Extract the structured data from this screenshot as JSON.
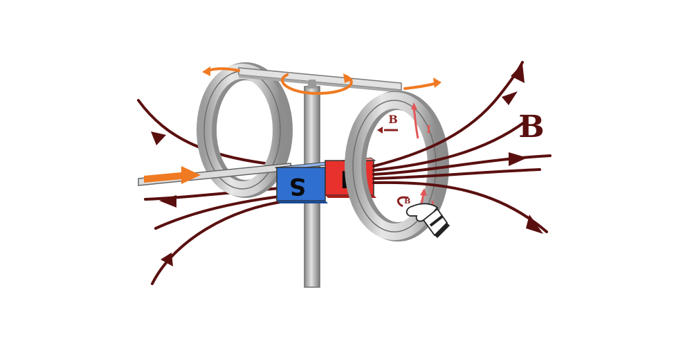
{
  "labels": {
    "field_big": "B",
    "field_small": "B",
    "current_upper": "I",
    "induced_field_small": "B",
    "current_lower": "I",
    "magnet_south": "S",
    "magnet_north": "N"
  },
  "colors": {
    "field_line": "#5a0f0f",
    "arrow_orange": "#f07a22",
    "current_red": "#e35656",
    "magnet_blue": "#2f6fd0",
    "magnet_red": "#e8302c",
    "ring_gray": "#c9c9c9"
  },
  "icons": [
    "rotation-arrow-icon",
    "push-arrow-icon",
    "hand-icon"
  ]
}
